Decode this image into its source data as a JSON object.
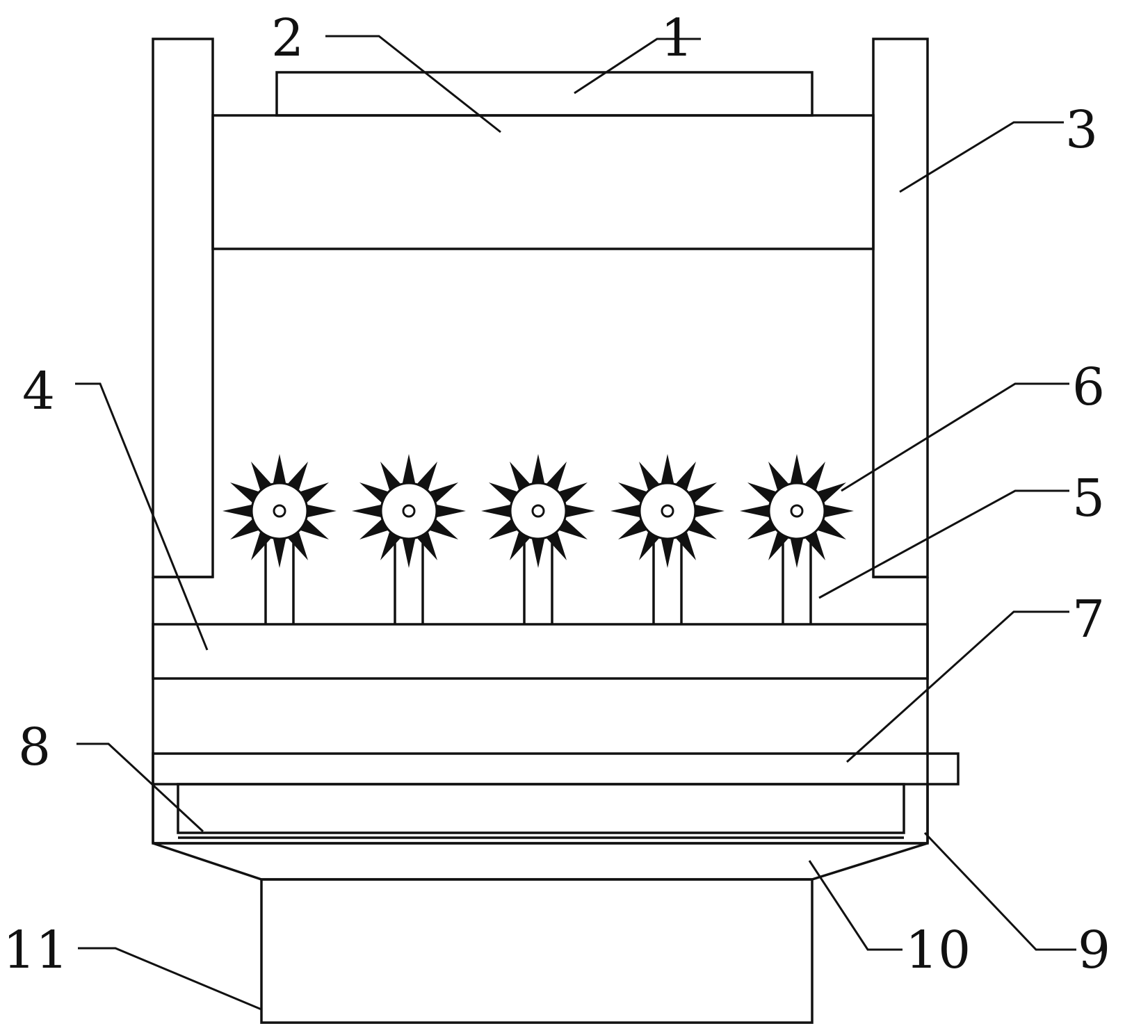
{
  "diagram": {
    "callouts": [
      {
        "label": "1"
      },
      {
        "label": "2"
      },
      {
        "label": "3"
      },
      {
        "label": "4"
      },
      {
        "label": "5"
      },
      {
        "label": "6"
      },
      {
        "label": "7"
      },
      {
        "label": "8"
      },
      {
        "label": "9"
      },
      {
        "label": "10"
      },
      {
        "label": "11"
      }
    ],
    "roller_count": 5,
    "colors": {
      "line": "#111111",
      "background": "#ffffff",
      "speckle": "#111111"
    }
  }
}
